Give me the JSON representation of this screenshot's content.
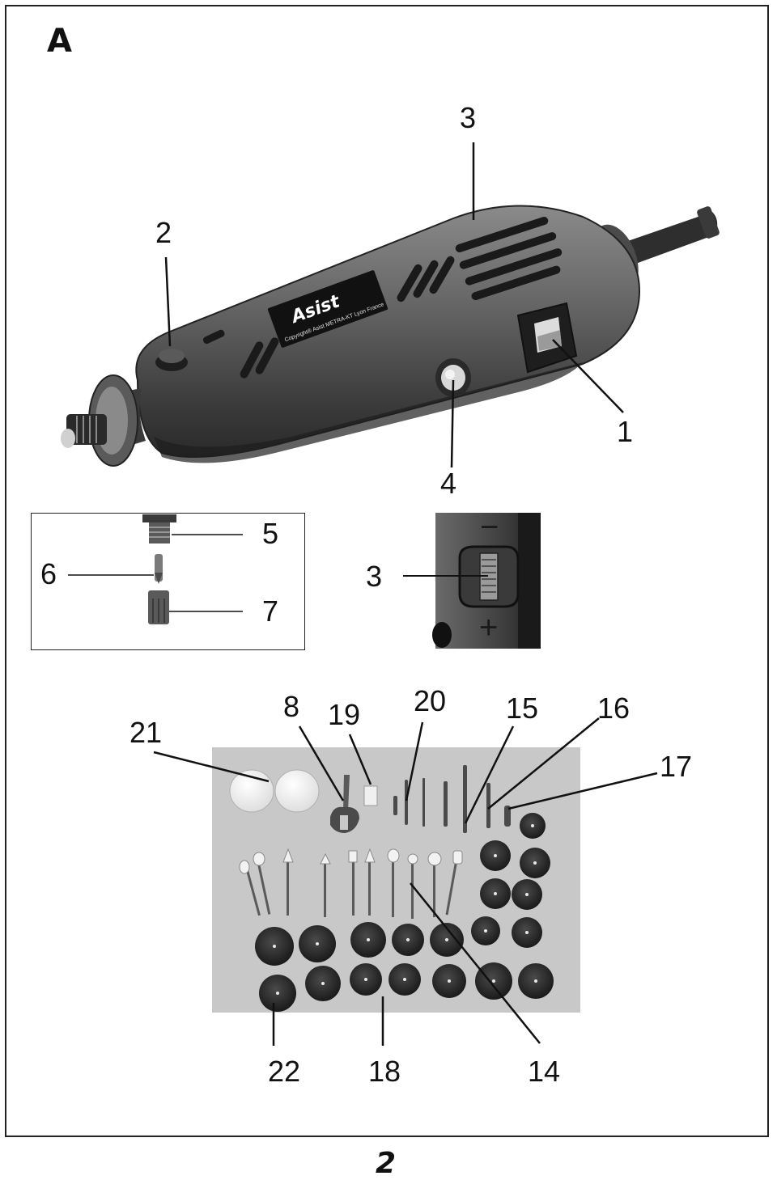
{
  "section_letter": "A",
  "page_number": "2",
  "tool": {
    "brand_logo": "Asist",
    "logo_caption": "Copyright® Asist METRA-KT Lyon France"
  },
  "callouts": {
    "main_1": "1",
    "main_2": "2",
    "main_3": "3",
    "main_4": "4",
    "collet_5": "5",
    "collet_6": "6",
    "collet_7": "7",
    "speed_3": "3",
    "speed_minus": "−",
    "speed_plus": "+",
    "acc_8": "8",
    "acc_14": "14",
    "acc_15": "15",
    "acc_16": "16",
    "acc_17": "17",
    "acc_18": "18",
    "acc_19": "19",
    "acc_20": "20",
    "acc_21": "21",
    "acc_22": "22"
  }
}
